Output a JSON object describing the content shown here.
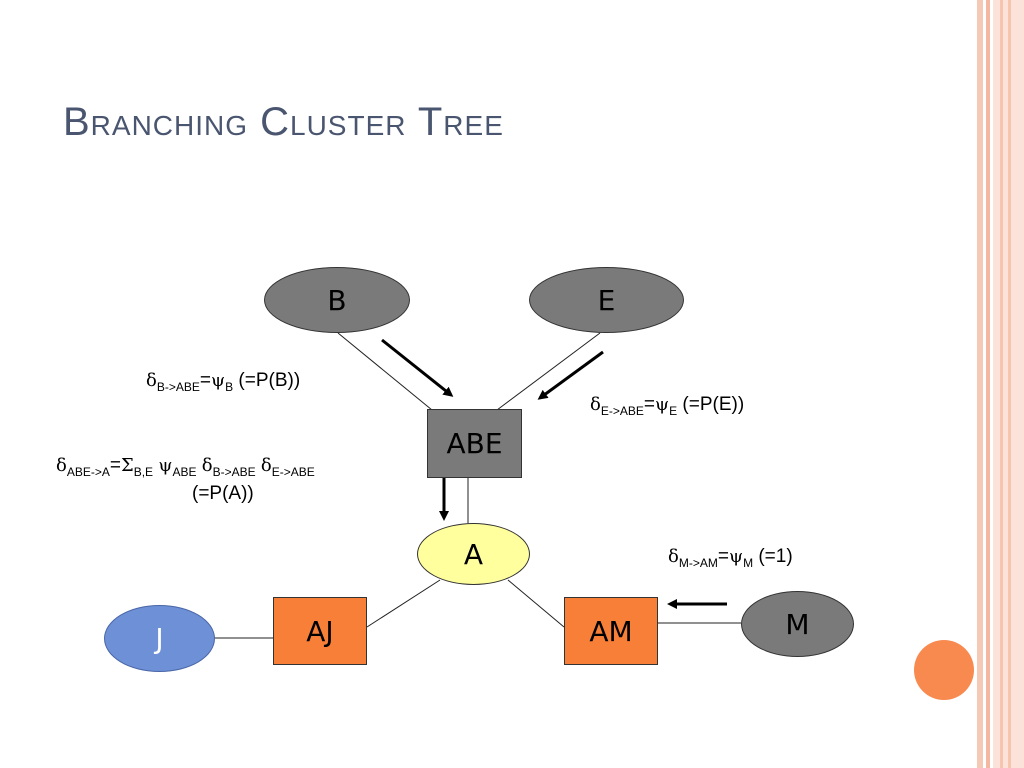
{
  "title": "Branching Cluster Tree",
  "nodes": {
    "B": "B",
    "E": "E",
    "ABE": "ABE",
    "A": "A",
    "AJ": "AJ",
    "AM": "AM",
    "J": "J",
    "M": "M"
  },
  "labels": {
    "b_to_abe": {
      "delta": "δ",
      "sub1": "B->ABE",
      "eq": "=",
      "psi": "ψ",
      "sub2": "B",
      "tail": " (=P(B))"
    },
    "e_to_abe": {
      "delta": "δ",
      "sub1": "E->ABE",
      "eq": "=",
      "psi": "ψ",
      "sub2": "E",
      "tail": " (=P(E))"
    },
    "abe_to_a": {
      "delta1": "δ",
      "sub1": "ABE->A",
      "eq": "=",
      "sigma": "Σ",
      "sub_sigma": "B,E",
      "psi": "ψ",
      "sub_psi": "ABE",
      "delta2": "δ",
      "sub2": "B->ABE",
      "delta3": "δ",
      "sub3": "E->ABE",
      "line2": "(=P(A))"
    },
    "m_to_am": {
      "delta": "δ",
      "sub1": "M->AM",
      "eq": "=",
      "psi": "ψ",
      "sub2": "M",
      "tail": " (=1)"
    }
  },
  "colors": {
    "evidence_node": "#7a7a7a",
    "cluster_node": "#f87f38",
    "query_node": "#ffff9e",
    "leaf_node": "#6e90d6",
    "title": "#4a5570"
  }
}
